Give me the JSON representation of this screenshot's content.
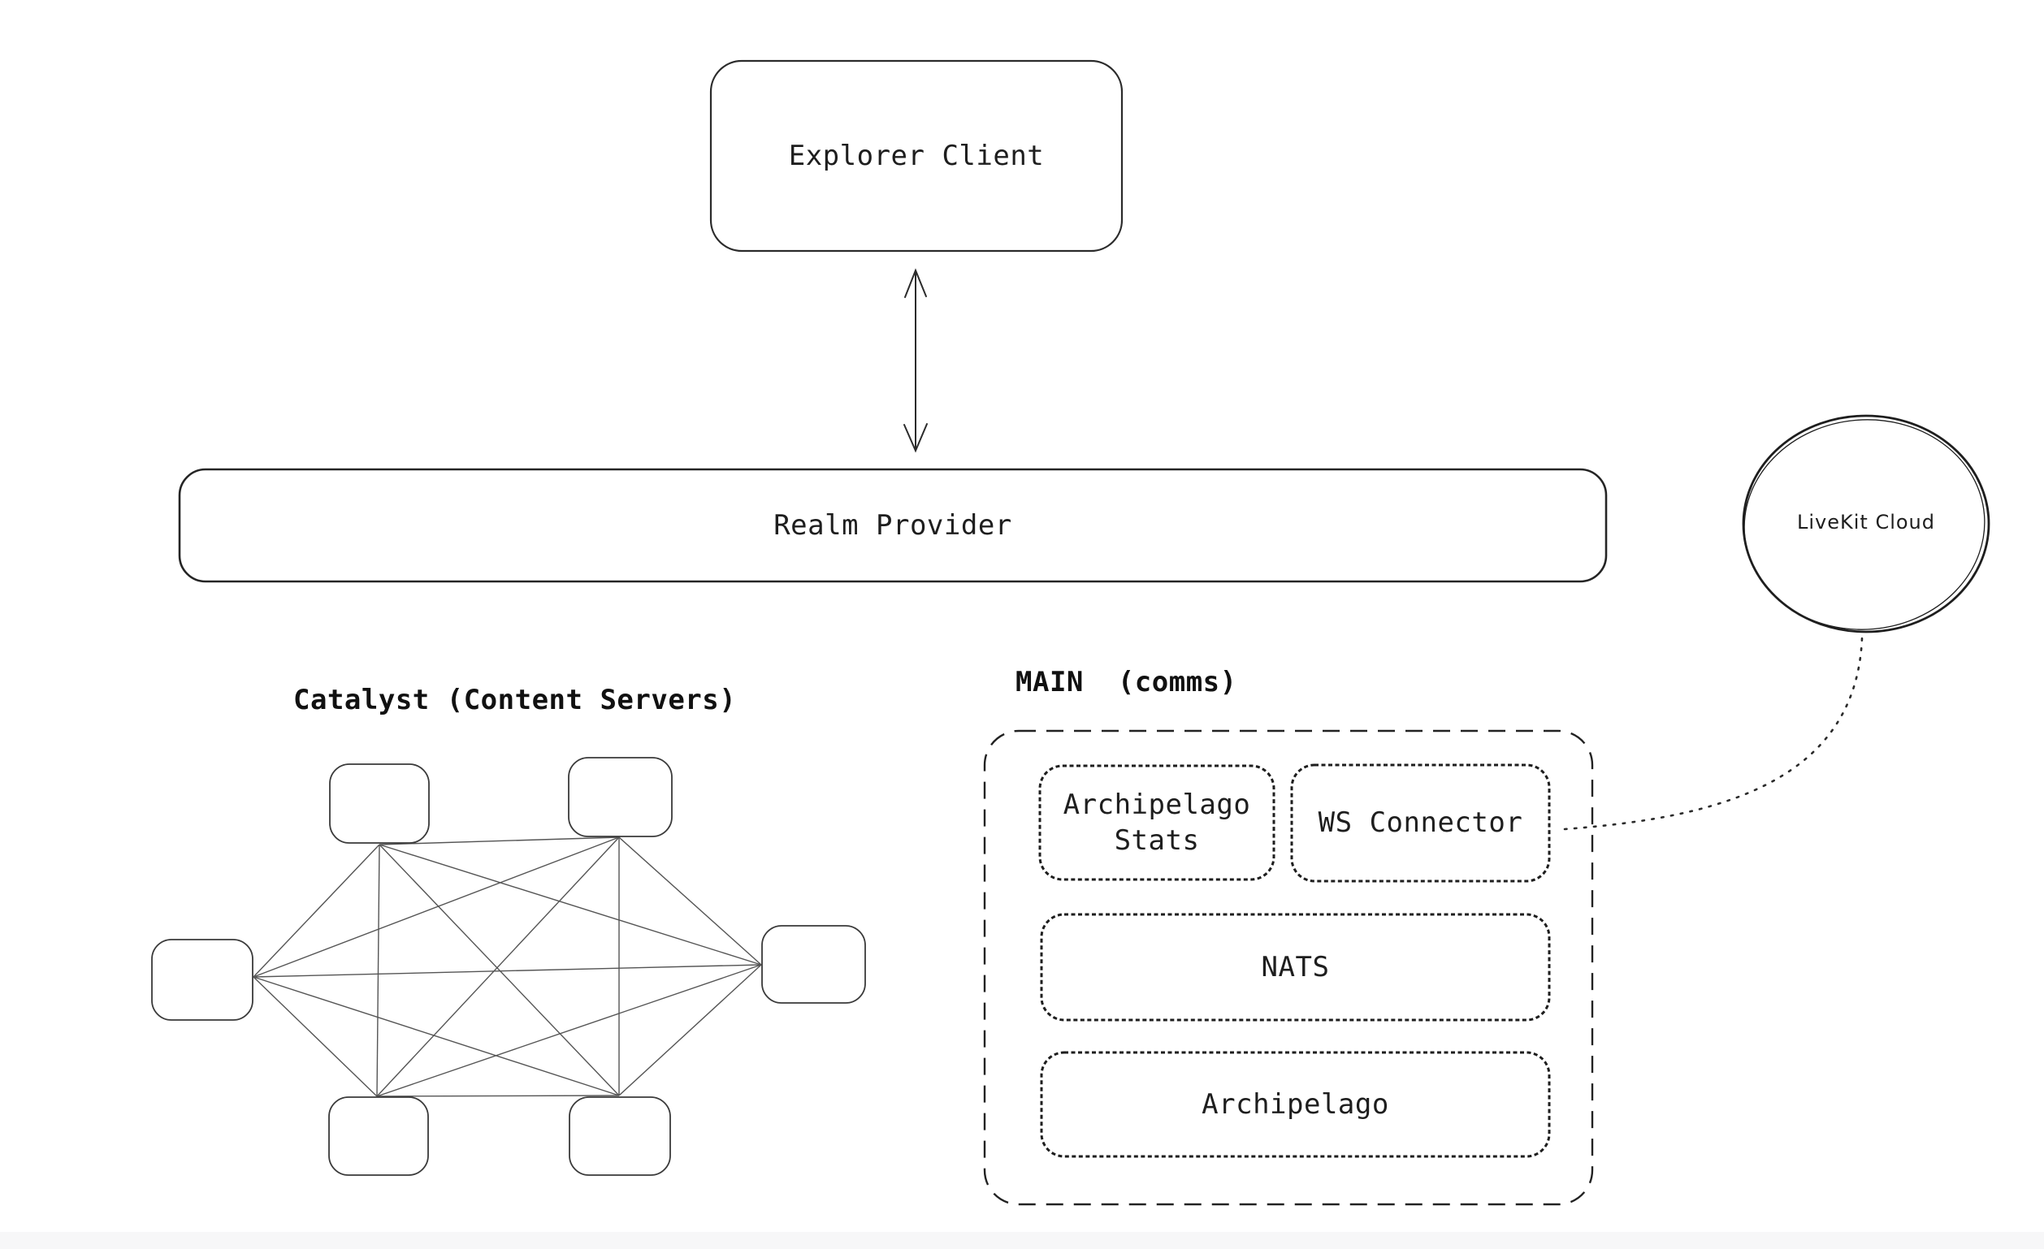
{
  "page": {
    "background": "#ffffff",
    "footer_strip_color": "#f7f7f8"
  },
  "diagram": {
    "explorer_client": {
      "label": "Explorer Client"
    },
    "realm_provider": {
      "label": "Realm Provider"
    },
    "explorer_realm_link": {
      "type": "double-headed-arrow"
    },
    "catalyst": {
      "label": "Catalyst (Content Servers)",
      "node_count": 6,
      "topology": "full-mesh"
    },
    "main_comms": {
      "label": "MAIN  (comms)",
      "boxes": {
        "archipelago_stats": "Archipelago Stats",
        "ws_connector": "WS Connector",
        "nats": "NATS",
        "archipelago": "Archipelago"
      }
    },
    "livekit_cloud": {
      "label": "LiveKit Cloud"
    },
    "livekit_link": {
      "type": "dotted-curve",
      "from": "WS Connector",
      "to": "LiveKit Cloud"
    },
    "colors": {
      "stroke": "#1e1e1e",
      "mesh_edge": "#555555"
    }
  }
}
